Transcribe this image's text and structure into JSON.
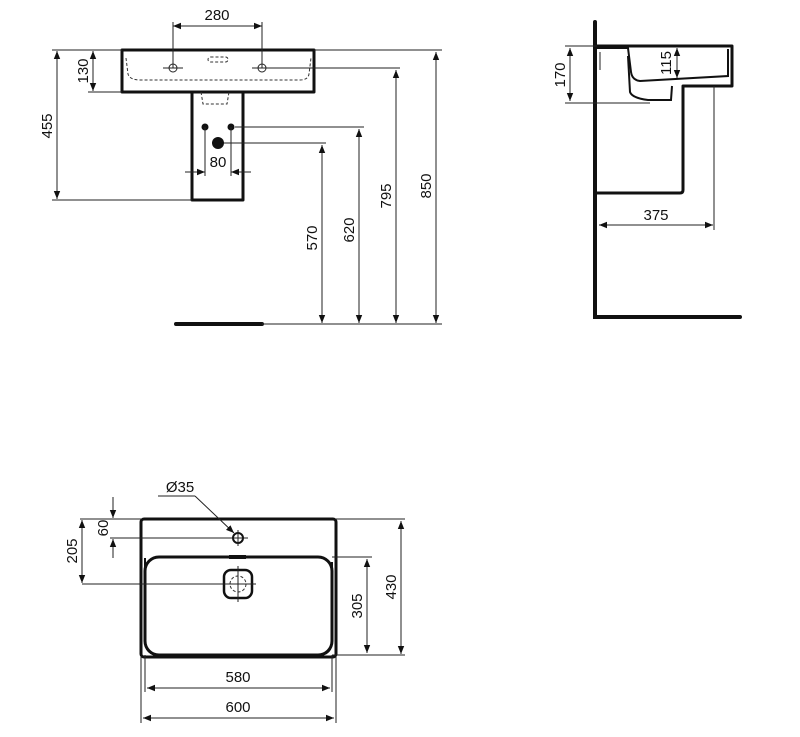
{
  "colors": {
    "line": "#111111",
    "background": "#ffffff"
  },
  "front_view": {
    "dims": {
      "tap_spacing": "280",
      "basin_height": "130",
      "pedestal_height": "455",
      "pipe_spacing": "80",
      "waste_height": "570",
      "supply_height": "620",
      "tap_height": "795",
      "top_height": "850"
    }
  },
  "side_view": {
    "dims": {
      "overall_depth": "170",
      "bowl_depth": "115",
      "projection": "375"
    }
  },
  "top_view": {
    "dims": {
      "tap_hole_diameter": "Ø35",
      "tap_hole_offset": "60",
      "waste_offset": "205",
      "bowl_depth": "305",
      "overall_depth": "430",
      "bowl_width": "580",
      "overall_width": "600"
    }
  }
}
